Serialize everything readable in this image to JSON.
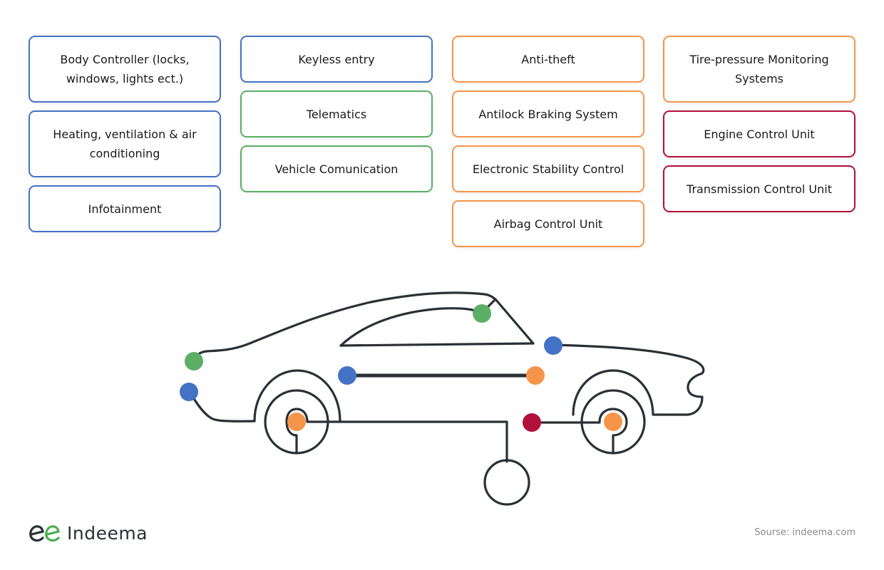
{
  "columns": [
    {
      "items": [
        {
          "label": "Body Controller (locks, windows, lights ect.)",
          "color": "blue",
          "size": "tall"
        },
        {
          "label": "Heating, ventilation & air conditioning",
          "color": "blue",
          "size": "tall"
        },
        {
          "label": "Infotainment",
          "color": "blue",
          "size": "short"
        }
      ]
    },
    {
      "items": [
        {
          "label": "Keyless entry",
          "color": "blue",
          "size": "short"
        },
        {
          "label": "Telematics",
          "color": "green",
          "size": "short"
        },
        {
          "label": "Vehicle Comunication",
          "color": "green",
          "size": "short"
        }
      ]
    },
    {
      "items": [
        {
          "label": "Anti-theft",
          "color": "orange",
          "size": "short"
        },
        {
          "label": "Antilock Braking System",
          "color": "orange",
          "size": "short"
        },
        {
          "label": "Electronic Stability Control",
          "color": "orange",
          "size": "short"
        },
        {
          "label": "Airbag Control Unit",
          "color": "orange",
          "size": "short"
        }
      ]
    },
    {
      "items": [
        {
          "label": "Tire-pressure Monitoring Systems",
          "color": "orange",
          "size": "tall"
        },
        {
          "label": "Engine Control Unit",
          "color": "red",
          "size": "short"
        },
        {
          "label": "Transmission Control Unit",
          "color": "red",
          "size": "short"
        }
      ]
    }
  ],
  "colors": {
    "blue": "#4472c4",
    "green": "#5aaf64",
    "orange": "#f5954a",
    "red": "#b0103a",
    "line": "#2a3036"
  },
  "car_nodes": [
    {
      "name": "front-top-node",
      "color": "green"
    },
    {
      "name": "front-bottom-node",
      "color": "blue"
    },
    {
      "name": "roof-node",
      "color": "green"
    },
    {
      "name": "rear-top-node",
      "color": "blue"
    },
    {
      "name": "cabin-left-node",
      "color": "blue"
    },
    {
      "name": "cabin-right-node",
      "color": "orange"
    },
    {
      "name": "front-wheel-node",
      "color": "orange"
    },
    {
      "name": "rear-wheel-node",
      "color": "orange"
    },
    {
      "name": "engine-node",
      "color": "red"
    }
  ],
  "footer": {
    "logo_text": "Indeema",
    "source": "Sourse: indeema.com"
  }
}
